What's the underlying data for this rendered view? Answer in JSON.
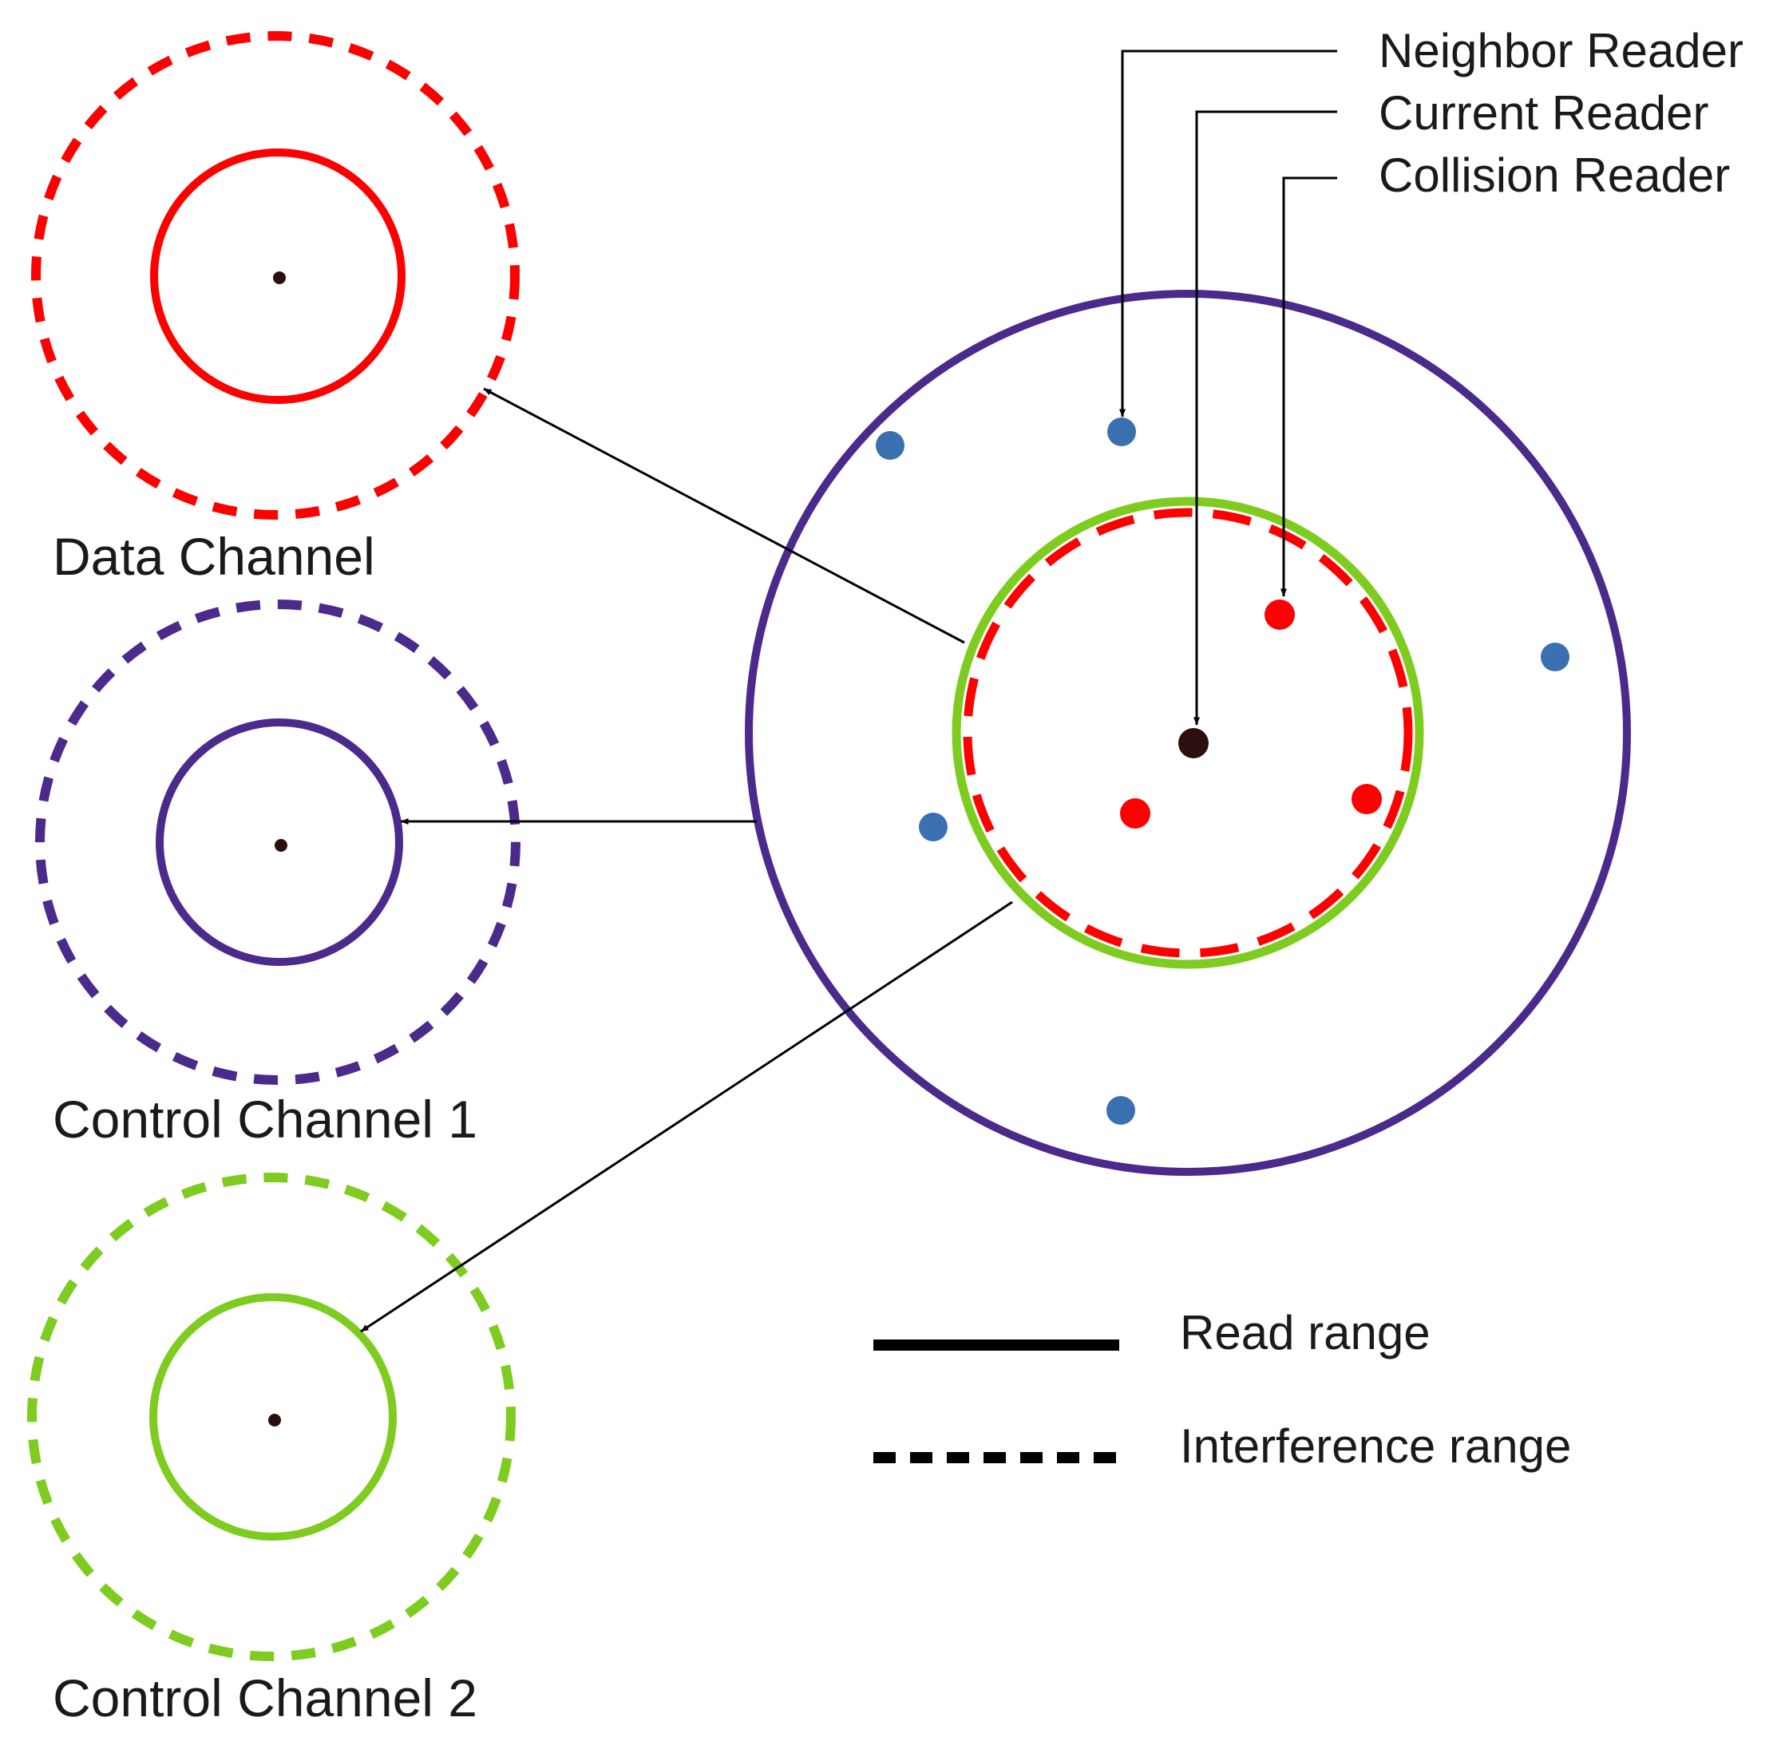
{
  "colors": {
    "data_channel": "#ff0000",
    "control_channel_1": "#4b2a8c",
    "control_channel_2": "#7dcc1f",
    "neighbor_reader": "#3a6fb0",
    "collision_reader": "#ff0000",
    "current_reader": "#2a0f0f",
    "line": "#000000"
  },
  "channels": [
    {
      "id": "data",
      "label": "Data Channel",
      "color_key": "data_channel"
    },
    {
      "id": "control1",
      "label": "Control Channel 1",
      "color_key": "control_channel_1"
    },
    {
      "id": "control2",
      "label": "Control Channel 2",
      "color_key": "control_channel_2"
    }
  ],
  "pointer_labels": {
    "neighbor": "Neighbor Reader",
    "current": "Current Reader",
    "collision": "Collision Reader"
  },
  "legend": {
    "read_range": "Read range",
    "interference_range": "Interference range"
  }
}
